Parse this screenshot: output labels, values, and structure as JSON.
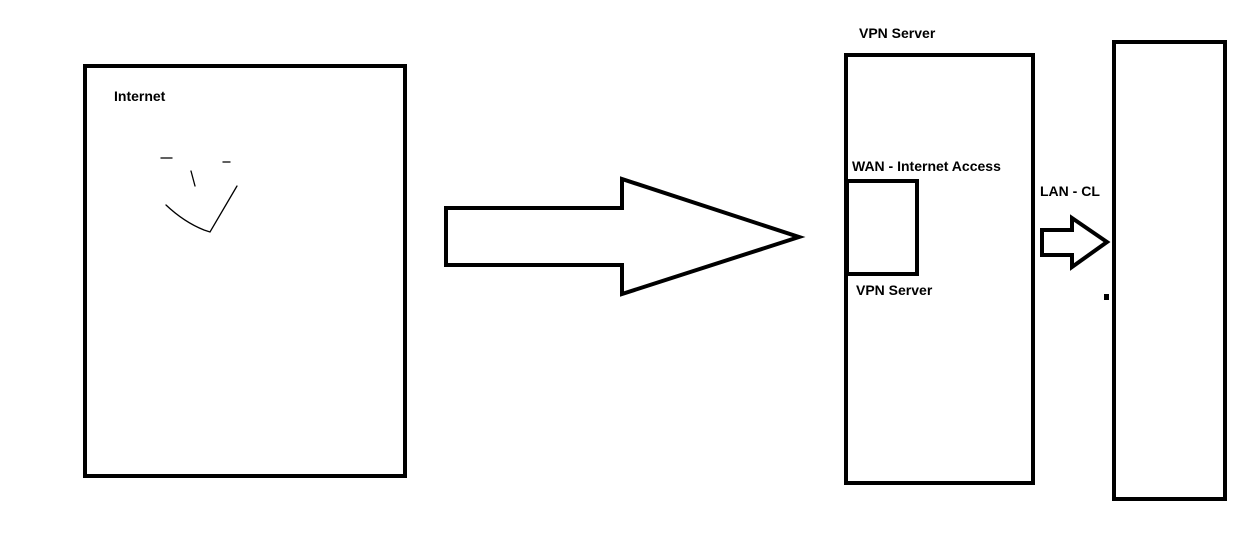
{
  "labels": {
    "internet": "Internet",
    "vpn_server_title": "VPN Server",
    "wan": "WAN - Internet Access",
    "vpn_server_inner": "VPN Server",
    "lan": "LAN - CL"
  },
  "colors": {
    "stroke": "#000000",
    "background": "#ffffff"
  }
}
